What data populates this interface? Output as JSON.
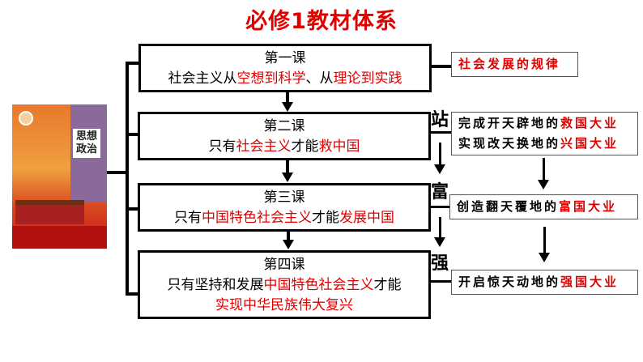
{
  "title": "必修1教材体系",
  "book": {
    "cover_title": "思想政治"
  },
  "lessons": [
    {
      "name": "第一课",
      "line1": [
        {
          "t": "社会主义从"
        },
        {
          "t": "空想到科学",
          "red": true
        },
        {
          "t": "、从"
        },
        {
          "t": "理论到实践",
          "red": true
        }
      ]
    },
    {
      "name": "第二课",
      "line1": [
        {
          "t": "只有"
        },
        {
          "t": "社会主义",
          "red": true
        },
        {
          "t": "才能"
        },
        {
          "t": "救中国",
          "red": true
        }
      ]
    },
    {
      "name": "第三课",
      "line1": [
        {
          "t": "只有"
        },
        {
          "t": "中国特色社会主义",
          "red": true
        },
        {
          "t": "才能"
        },
        {
          "t": "发展中国",
          "red": true
        }
      ]
    },
    {
      "name": "第四课",
      "line1": [
        {
          "t": "只有坚持和发展"
        },
        {
          "t": "中国特色社会主义",
          "red": true
        },
        {
          "t": "才能"
        }
      ],
      "line2": "实现中华民族伟大复兴"
    }
  ],
  "stages": [
    "站",
    "富",
    "强"
  ],
  "right": {
    "law": "社会发展的规律",
    "stand1_a": "完成开天辟地的",
    "stand1_b": "救国大业",
    "stand2_a": "实现改天换地的",
    "stand2_b": "兴国大业",
    "rich_a": "创造翻天覆地的",
    "rich_b": "富国大业",
    "strong_a": "开启惊天动地的",
    "strong_b": "强国大业"
  },
  "colors": {
    "accent": "#e00000"
  }
}
